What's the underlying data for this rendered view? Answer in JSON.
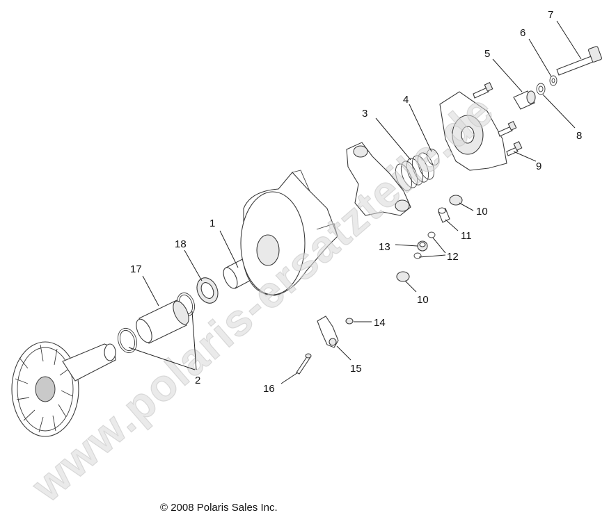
{
  "watermark": "www.polaris-ersatzteile.de",
  "copyright": "© 2008 Polaris Sales Inc.",
  "callouts": [
    "1",
    "2",
    "3",
    "4",
    "5",
    "6",
    "7",
    "8",
    "9",
    "10",
    "10",
    "11",
    "12",
    "13",
    "14",
    "15",
    "16",
    "17",
    "18"
  ]
}
